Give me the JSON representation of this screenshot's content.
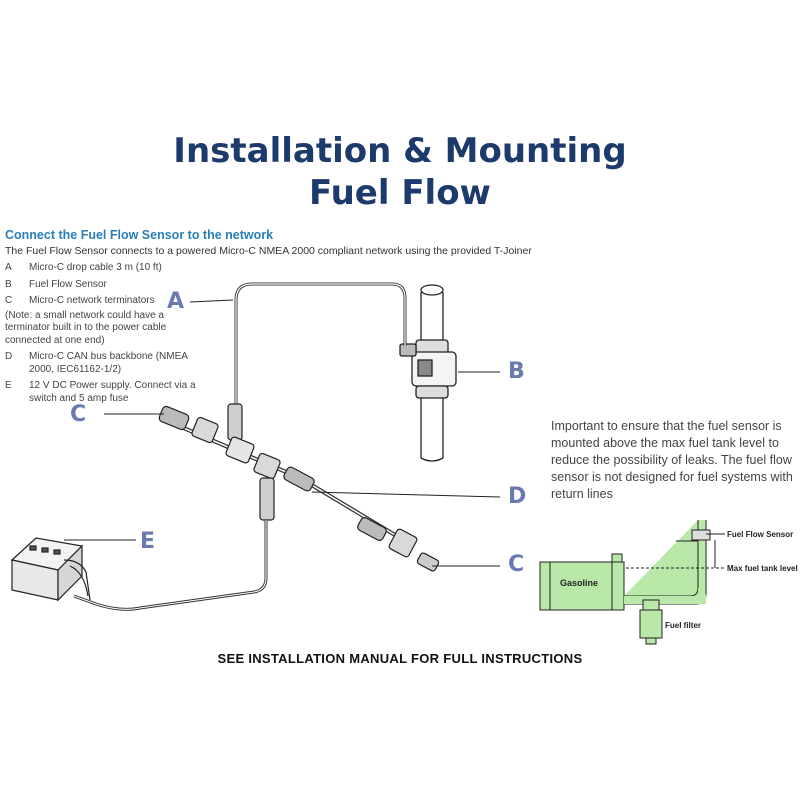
{
  "title": {
    "line1": "Installation & Mounting",
    "line2": "Fuel Flow"
  },
  "section": {
    "heading": "Connect the Fuel Flow Sensor to the network",
    "intro": "The Fuel Flow Sensor connects to a powered Micro-C NMEA 2000 compliant network using the provided T-Joiner"
  },
  "legend": [
    {
      "code": "A",
      "text": "Micro-C drop cable 3 m (10 ft)"
    },
    {
      "code": "B",
      "text": "Fuel Flow Sensor"
    },
    {
      "code": "C",
      "text": "Micro-C network terminators"
    },
    {
      "note": "(Note: a small network could have a terminator built in to the power cable connected at one end)"
    },
    {
      "code": "D",
      "text": "Micro-C CAN bus backbone (NMEA 2000, IEC61162-1/2)"
    },
    {
      "code": "E",
      "text": "12 V DC Power supply.  Connect via a switch and 5 amp fuse"
    }
  ],
  "callouts": {
    "a": "A",
    "b": "B",
    "c_left": "C",
    "c_right": "C",
    "d": "D",
    "e": "E"
  },
  "important_note": "Important to ensure that the fuel sensor is mounted above the max fuel tank level to reduce the possibility of leaks. The fuel flow sensor is not designed for fuel systems with return lines",
  "inset": {
    "tank_label": "Gasoline",
    "sensor_label": "Fuel Flow Sensor",
    "max_level_label": "Max fuel tank level",
    "filter_label": "Fuel filter"
  },
  "footer": "SEE INSTALLATION MANUAL FOR FULL INSTRUCTIONS",
  "colors": {
    "title": "#1c3a6b",
    "callout": "#6a7ab0",
    "heading": "#2a7fb8",
    "tank_fill": "#b9e8a8"
  }
}
